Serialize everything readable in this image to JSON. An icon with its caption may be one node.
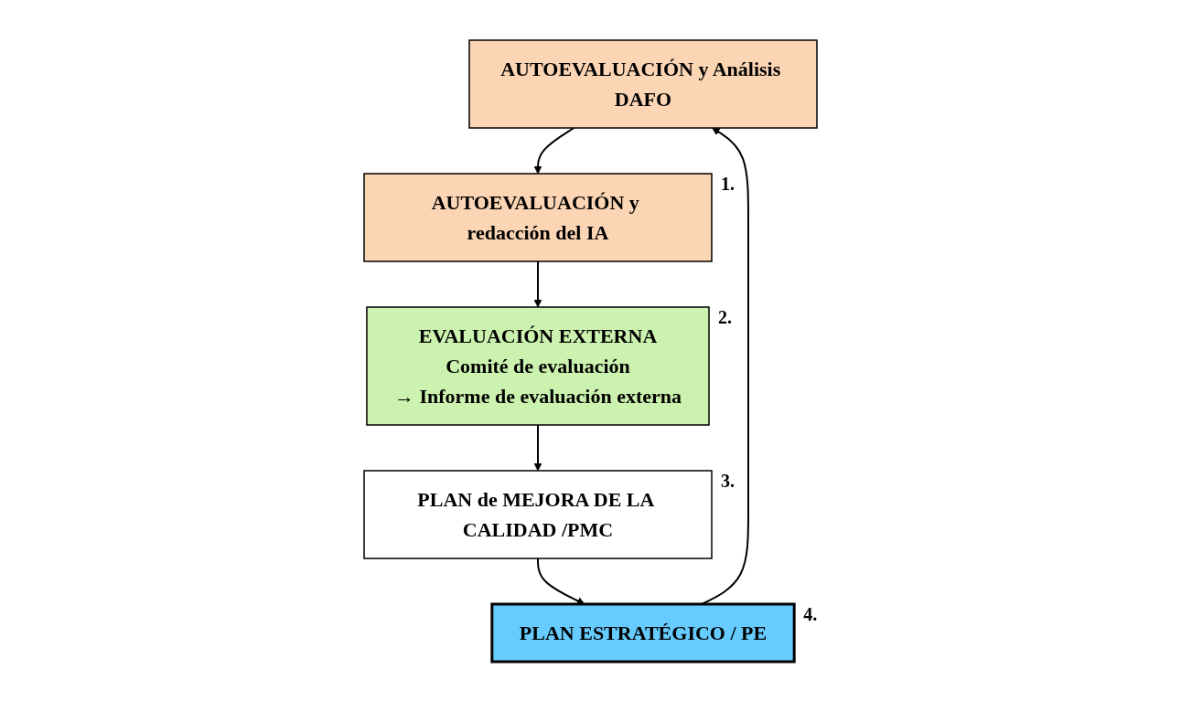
{
  "diagram": {
    "nodes": [
      {
        "text": [
          "AUTOEVALUACIÓN y Análisis DAFO"
        ]
      },
      {
        "text": [
          "AUTOEVALUACIÓN y redacción del IA"
        ],
        "beside": [
          "1."
        ]
      },
      {
        "text": [
          "EVALUACIÓN EXTERNA",
          "Comité de evaluación",
          "→ Informe de evaluación externa"
        ],
        "beside": [
          "2."
        ]
      },
      {
        "text": [
          "PLAN de MEJORA DE LA CALIDAD /PMC"
        ],
        "beside": [
          "3."
        ]
      },
      {
        "text": [
          "PLAN ESTRATÉGICO / PE"
        ],
        "beside": [
          "4."
        ]
      }
    ],
    "edges": [
      {
        "from": 0,
        "to": 1,
        "arrow": "to"
      },
      {
        "from": 1,
        "to": 2,
        "arrow": "to"
      },
      {
        "from": 2,
        "to": 3,
        "arrow": "to"
      },
      {
        "from": 3,
        "to": 4,
        "arrow": "to"
      },
      {
        "from": 4,
        "to": 0,
        "arrow": "to"
      }
    ]
  }
}
